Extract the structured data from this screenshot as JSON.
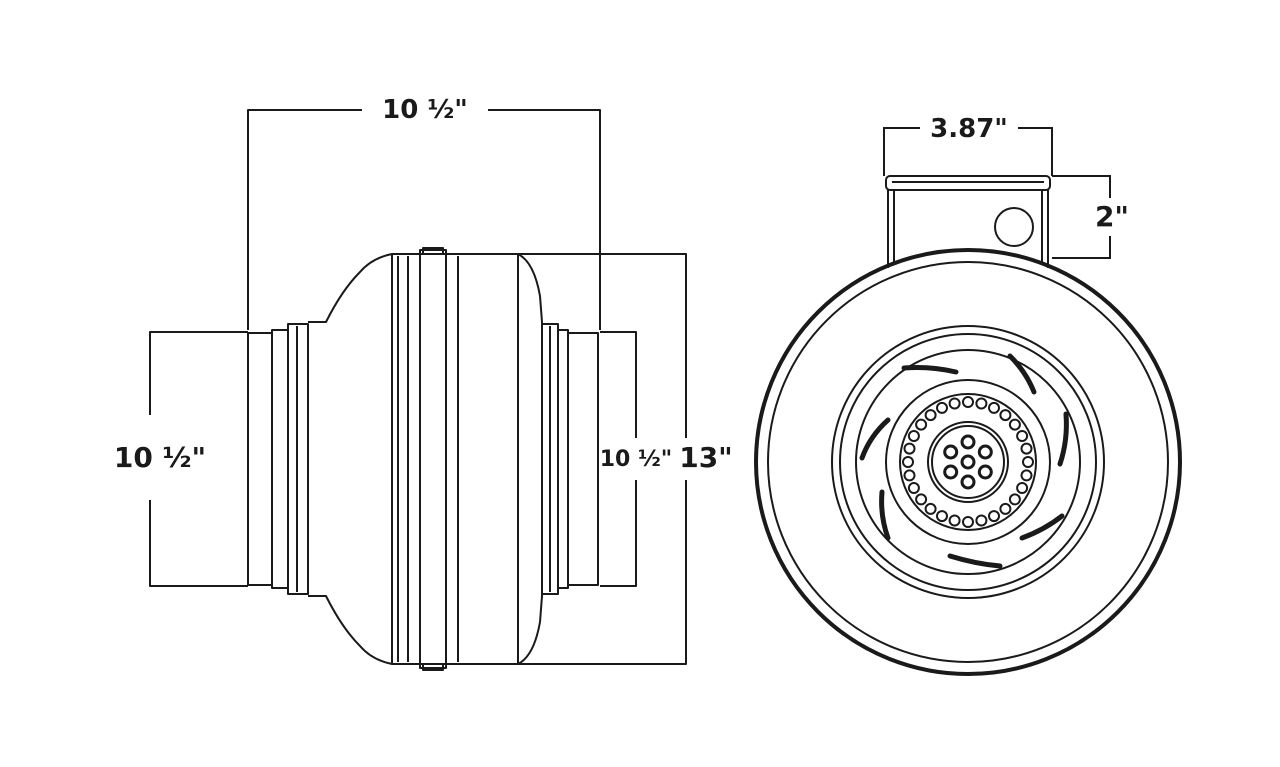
{
  "colors": {
    "line": "#1a1a1a",
    "background": "#ffffff"
  },
  "side_view": {
    "overall_length_label": "10 ½\"",
    "inlet_diameter_label": "10 ½\"",
    "outlet_diameter_label": "10 ½\"",
    "body_diameter_label": "13\""
  },
  "front_view": {
    "bracket_width_label": "3.87\"",
    "bracket_height_label": "2\""
  }
}
